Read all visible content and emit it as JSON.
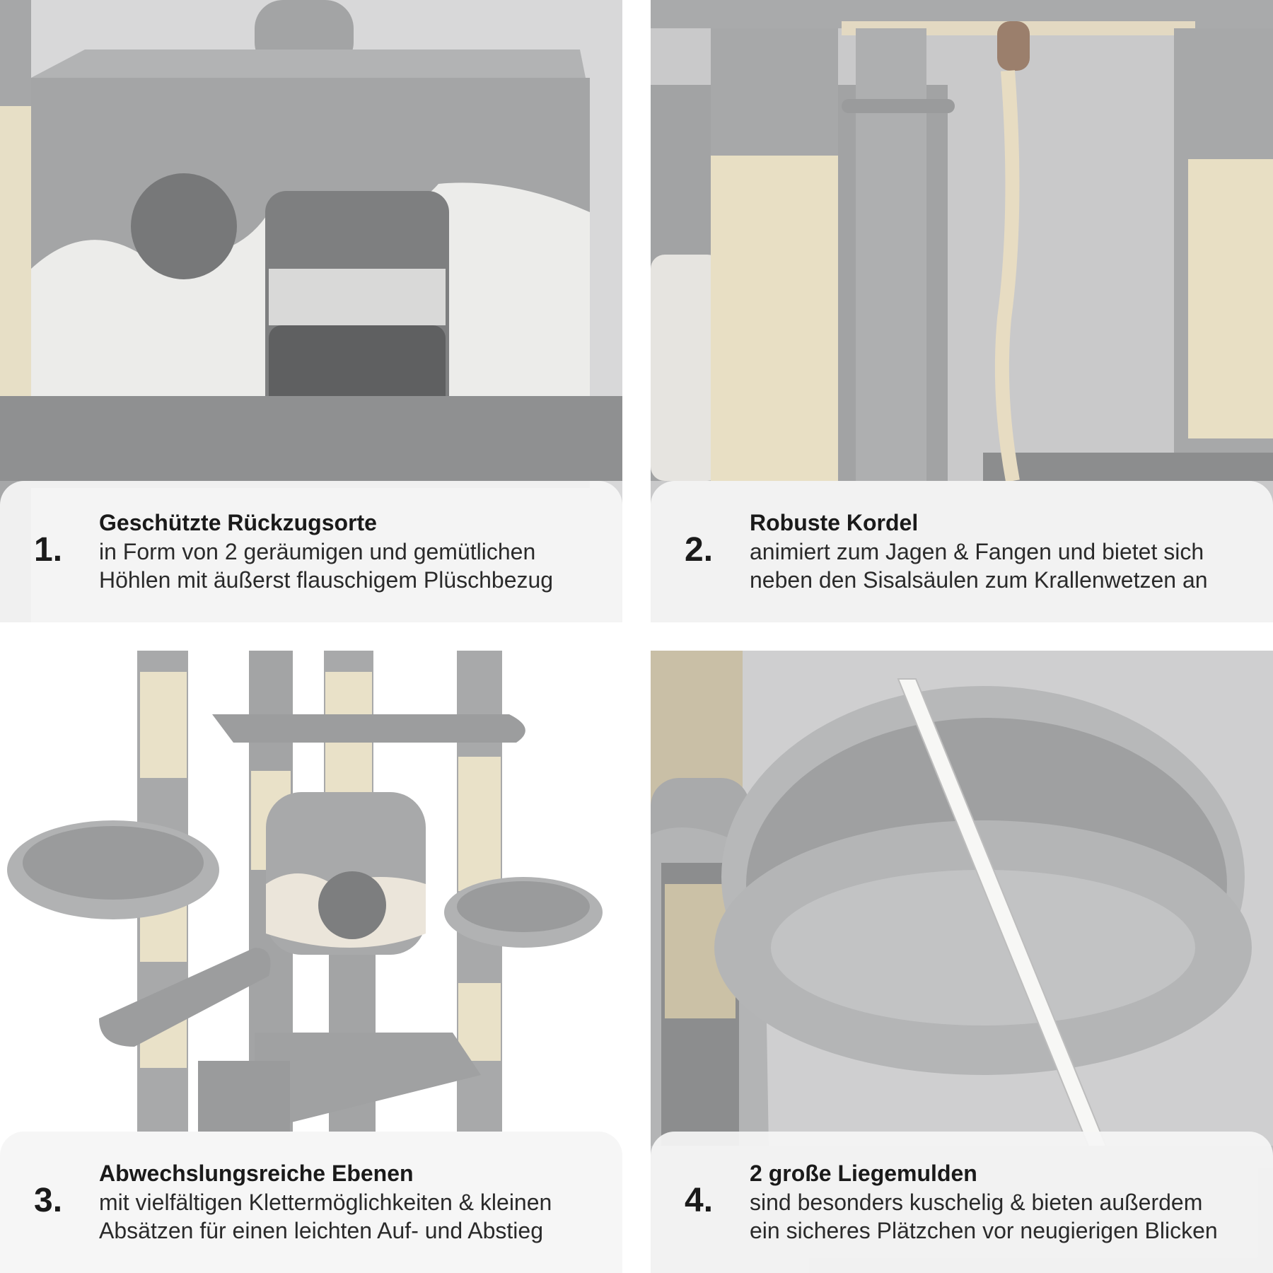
{
  "features": [
    {
      "number": "1.",
      "title": "Geschützte Rückzugsorte",
      "line1": "in Form von 2 geräumigen und gemütlichen",
      "line2": "Höhlen mit äußerst flauschigem Plüschbezug"
    },
    {
      "number": "2.",
      "title": "Robuste Kordel",
      "line1": "animiert zum Jagen & Fangen und bietet sich",
      "line2": "neben den Sisalsäulen zum Krallenwetzen an"
    },
    {
      "number": "3.",
      "title": "Abwechslungsreiche Ebenen",
      "line1": "mit vielfältigen Klettermöglichkeiten & kleinen",
      "line2": "Absätzen für einen leichten Auf- und Abstieg"
    },
    {
      "number": "4.",
      "title": "2 große Liegemulden",
      "line1": "sind besonders kuschelig & bieten außerdem",
      "line2": "ein sicheres Plätzchen vor neugierigen Blicken"
    }
  ],
  "colors": {
    "plush_grey": "#a9aaab",
    "plush_light": "#eeeeec",
    "sisal": "#e9e1c8",
    "caption_bg": "#f5f5f5"
  }
}
